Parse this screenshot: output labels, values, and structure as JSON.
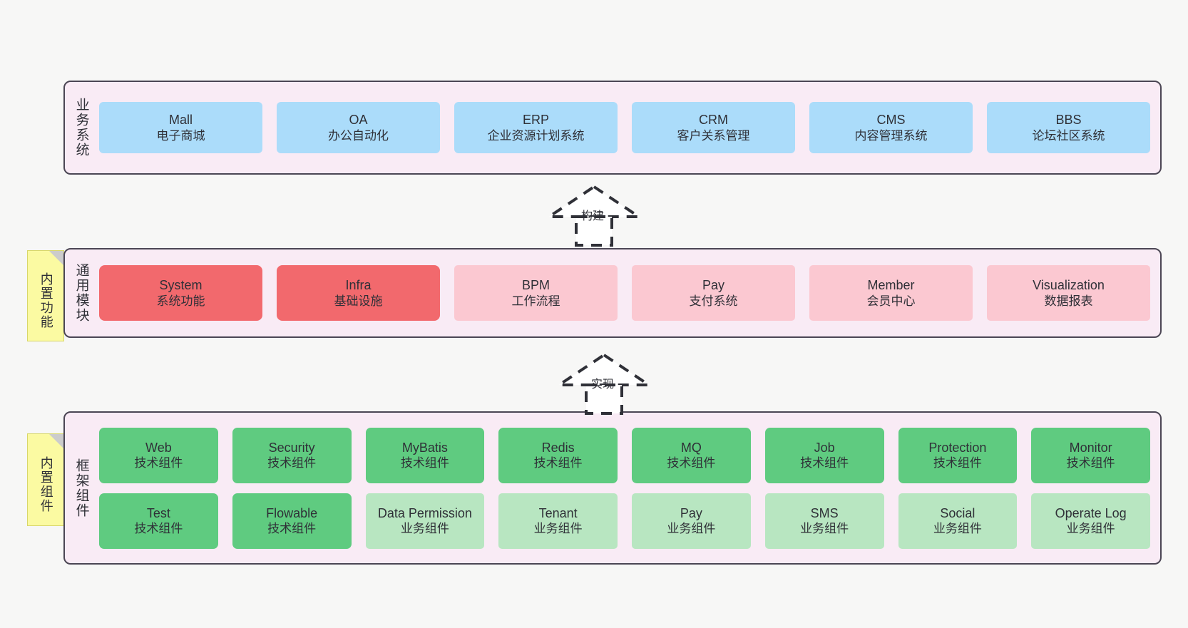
{
  "canvas": {
    "background_color": "#f7f7f6",
    "container_fill": "#f9ebf5",
    "container_border": "#4b4654"
  },
  "layers": [
    {
      "id": "business",
      "title": "业务系统",
      "box_color": "#abdcfa",
      "rows": [
        {
          "cells": [
            {
              "en": "Mall",
              "cn": "电子商城",
              "style": "c-blue"
            },
            {
              "en": "OA",
              "cn": "办公自动化",
              "style": "c-blue"
            },
            {
              "en": "ERP",
              "cn": "企业资源计划系统",
              "style": "c-blue"
            },
            {
              "en": "CRM",
              "cn": "客户关系管理",
              "style": "c-blue"
            },
            {
              "en": "CMS",
              "cn": "内容管理系统",
              "style": "c-blue"
            },
            {
              "en": "BBS",
              "cn": "论坛社区系统",
              "style": "c-blue"
            }
          ]
        }
      ]
    },
    {
      "id": "common",
      "title": "通用模块",
      "note": "内置功能",
      "rows": [
        {
          "cells": [
            {
              "en": "System",
              "cn": "系统功能",
              "style": "c-red"
            },
            {
              "en": "Infra",
              "cn": "基础设施",
              "style": "c-red"
            },
            {
              "en": "BPM",
              "cn": "工作流程",
              "style": "c-pink"
            },
            {
              "en": "Pay",
              "cn": "支付系统",
              "style": "c-pink"
            },
            {
              "en": "Member",
              "cn": "会员中心",
              "style": "c-pink"
            },
            {
              "en": "Visualization",
              "cn": "数据报表",
              "style": "c-pink"
            }
          ]
        }
      ]
    },
    {
      "id": "framework",
      "title": "框架组件",
      "note": "内置组件",
      "rows": [
        {
          "cells": [
            {
              "en": "Web",
              "cn": "技术组件",
              "style": "c-green"
            },
            {
              "en": "Security",
              "cn": "技术组件",
              "style": "c-green"
            },
            {
              "en": "MyBatis",
              "cn": "技术组件",
              "style": "c-green"
            },
            {
              "en": "Redis",
              "cn": "技术组件",
              "style": "c-green"
            },
            {
              "en": "MQ",
              "cn": "技术组件",
              "style": "c-green"
            },
            {
              "en": "Job",
              "cn": "技术组件",
              "style": "c-green"
            },
            {
              "en": "Protection",
              "cn": "技术组件",
              "style": "c-green"
            },
            {
              "en": "Monitor",
              "cn": "技术组件",
              "style": "c-green"
            }
          ]
        },
        {
          "cells": [
            {
              "en": "Test",
              "cn": "技术组件",
              "style": "c-green"
            },
            {
              "en": "Flowable",
              "cn": "技术组件",
              "style": "c-green"
            },
            {
              "en": "Data Permission",
              "cn": "业务组件",
              "style": "c-lightgreen"
            },
            {
              "en": "Tenant",
              "cn": "业务组件",
              "style": "c-lightgreen"
            },
            {
              "en": "Pay",
              "cn": "业务组件",
              "style": "c-lightgreen"
            },
            {
              "en": "SMS",
              "cn": "业务组件",
              "style": "c-lightgreen"
            },
            {
              "en": "Social",
              "cn": "业务组件",
              "style": "c-lightgreen"
            },
            {
              "en": "Operate Log",
              "cn": "业务组件",
              "style": "c-lightgreen"
            }
          ]
        }
      ]
    }
  ],
  "connectors": [
    {
      "id": "build",
      "label": "构建",
      "direction": "up",
      "from": "common",
      "to": "business"
    },
    {
      "id": "impl",
      "label": "实现",
      "direction": "up",
      "from": "framework",
      "to": "common"
    }
  ]
}
